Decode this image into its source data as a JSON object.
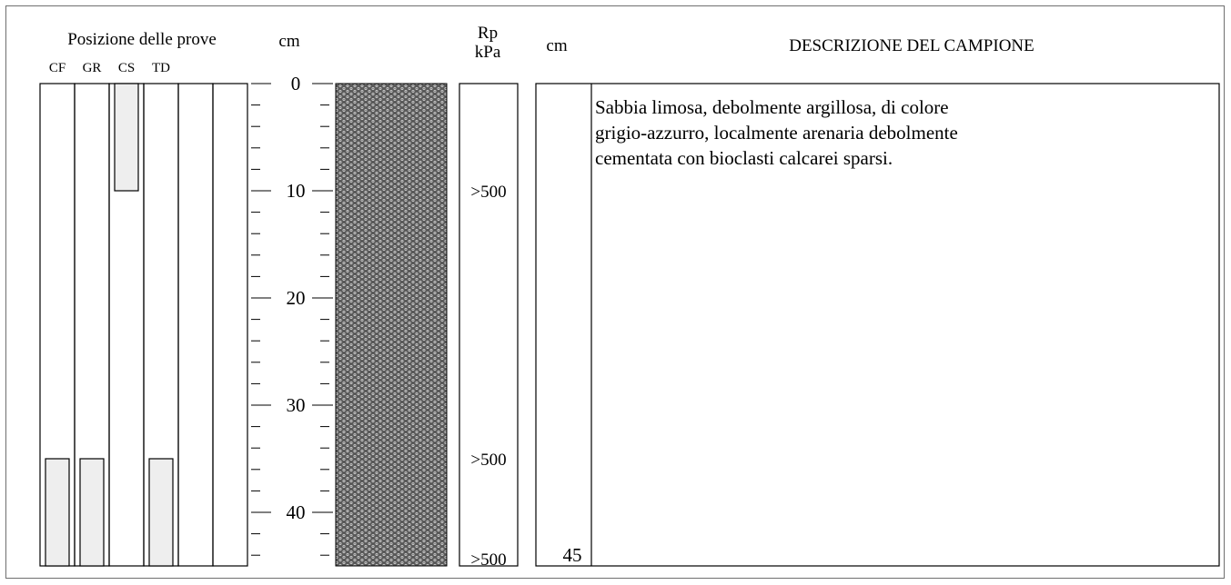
{
  "headers": {
    "tests_title": "Posizione delle prove",
    "depth_unit": "cm",
    "rp_symbol": "Rp",
    "rp_unit": "kPa",
    "depth_unit_2": "cm",
    "description_title": "DESCRIZIONE DEL CAMPIONE"
  },
  "test_columns": [
    {
      "label": "CF",
      "sample_cm": [
        35,
        45
      ]
    },
    {
      "label": "GR",
      "sample_cm": [
        35,
        45
      ]
    },
    {
      "label": "CS",
      "sample_cm": [
        0,
        10
      ]
    },
    {
      "label": "TD",
      "sample_cm": [
        35,
        45
      ]
    },
    {
      "label": "",
      "sample_cm": null
    },
    {
      "label": "",
      "sample_cm": null
    }
  ],
  "depth_scale": {
    "min_cm": 0,
    "max_cm": 45,
    "labels": [
      "0",
      "10",
      "20",
      "30",
      "40"
    ]
  },
  "lithology": {
    "pattern": "sabbia (sand dot pattern)",
    "fill_color": "#5a5a5a",
    "dot_color": "#d9d9d9"
  },
  "rp_values": [
    {
      "text": ">500",
      "depth_cm": 10
    },
    {
      "text": ">500",
      "depth_cm": 35
    },
    {
      "text": ">500",
      "depth_cm": 45
    }
  ],
  "bottom_depth_label": "45",
  "description": {
    "lines": [
      "Sabbia limosa, debolmente argillosa, di colore",
      "grigio-azzurro, localmente arenaria debolmente",
      "cementata con bioclasti calcarei sparsi."
    ]
  },
  "colors": {
    "sample_fill": "#eeeeee",
    "frame": "#6f6f6f"
  }
}
